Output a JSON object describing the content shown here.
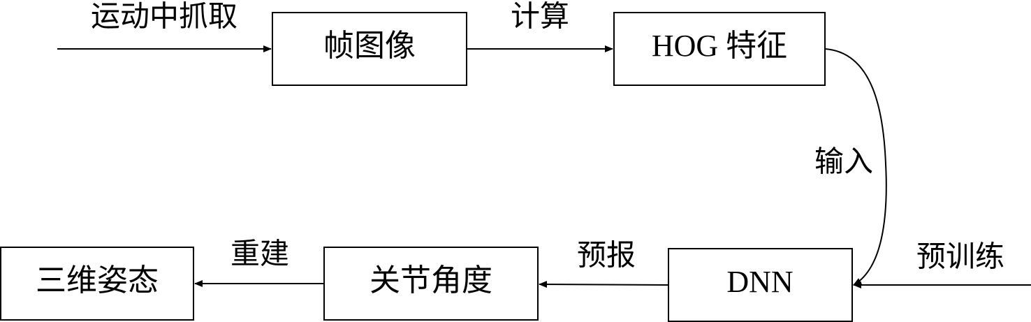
{
  "nodes": {
    "frame_image": "帧图像",
    "hog_feature": "HOG 特征",
    "dnn": "DNN",
    "joint_angle": "关节角度",
    "pose_3d": "三维姿态"
  },
  "edges": {
    "capture": "运动中抓取",
    "compute": "计算",
    "input": "输入",
    "pretrain": "预训练",
    "predict": "预报",
    "reconstruct": "重建"
  },
  "colors": {
    "stroke": "#000000",
    "background": "#ffffff"
  }
}
